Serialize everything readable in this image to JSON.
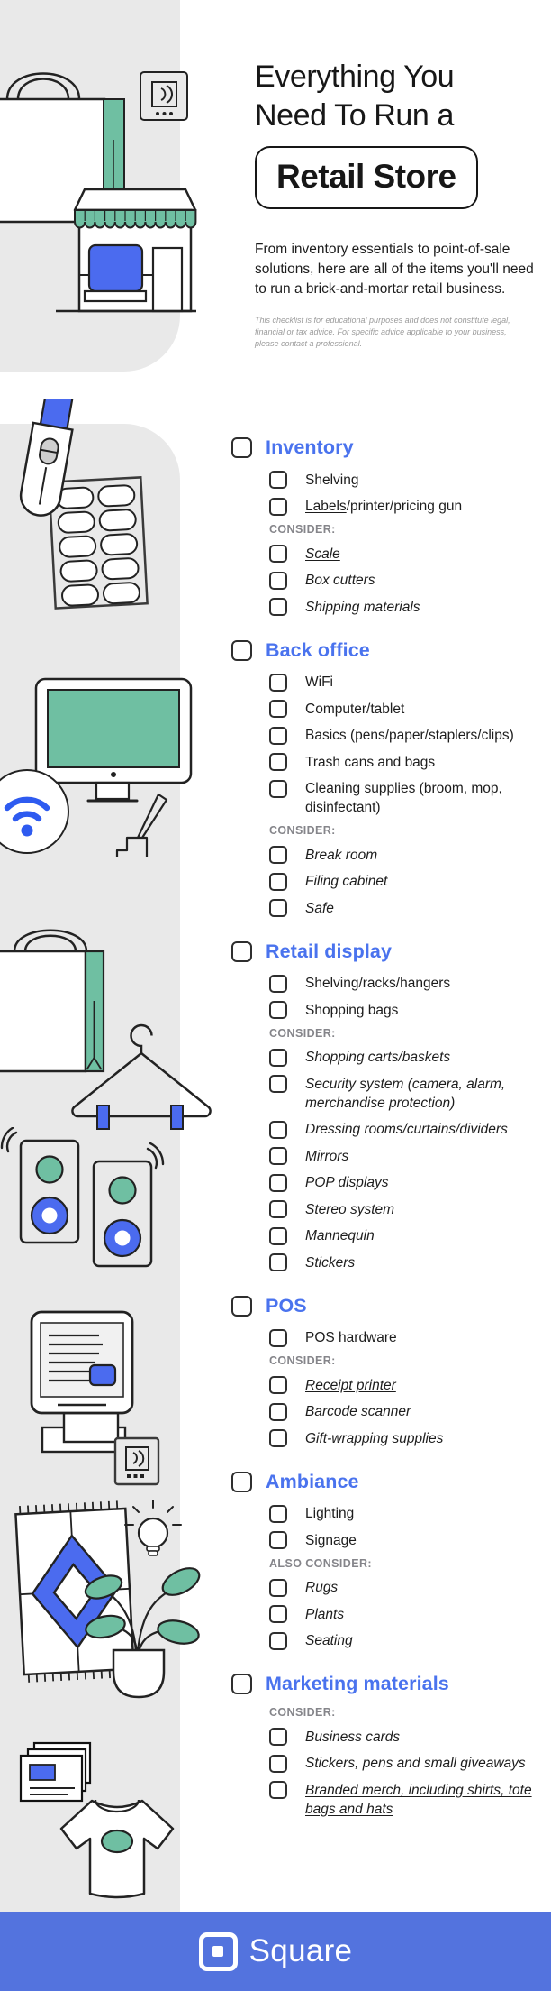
{
  "header": {
    "title_line1": "Everything You",
    "title_line2": "Need To Run a",
    "badge": "Retail Store",
    "intro": "From inventory essentials to point-of-sale solutions, here are all of the items you'll need to run a brick-and-mortar retail business.",
    "disclaimer": "This checklist is for educational purposes and does not constitute legal, financial or tax advice. For specific advice applicable to your business, please contact a professional."
  },
  "checklist": {
    "sections": [
      {
        "id": "inventory",
        "title": "Inventory",
        "items": [
          {
            "text": "Shelving"
          },
          {
            "parts": [
              {
                "text": "Labels",
                "underline": true
              },
              {
                "text": "/printer/pricing gun"
              }
            ]
          }
        ],
        "consider_label": "CONSIDER:",
        "consider_items": [
          {
            "text": "Scale",
            "underline": true
          },
          {
            "text": "Box cutters"
          },
          {
            "text": "Shipping materials"
          }
        ]
      },
      {
        "id": "back-office",
        "title": "Back office",
        "items": [
          {
            "text": "WiFi"
          },
          {
            "text": "Computer/tablet"
          },
          {
            "text": "Basics (pens/paper/staplers/clips)"
          },
          {
            "text": "Trash cans and bags"
          },
          {
            "text": "Cleaning supplies (broom, mop, disinfectant)"
          }
        ],
        "consider_label": "CONSIDER:",
        "consider_items": [
          {
            "text": "Break room"
          },
          {
            "text": "Filing cabinet"
          },
          {
            "text": "Safe"
          }
        ]
      },
      {
        "id": "retail-display",
        "title": "Retail display",
        "items": [
          {
            "text": "Shelving/racks/hangers"
          },
          {
            "text": "Shopping bags"
          }
        ],
        "consider_label": "CONSIDER:",
        "consider_items": [
          {
            "text": "Shopping carts/baskets"
          },
          {
            "text": "Security system (camera, alarm, merchandise protection)"
          },
          {
            "text": "Dressing rooms/curtains/dividers"
          },
          {
            "text": "Mirrors"
          },
          {
            "text": "POP displays"
          },
          {
            "text": "Stereo system"
          },
          {
            "text": "Mannequin"
          },
          {
            "text": "Stickers"
          }
        ]
      },
      {
        "id": "pos",
        "title": "POS",
        "items": [
          {
            "text": "POS hardware"
          }
        ],
        "consider_label": "CONSIDER:",
        "consider_items": [
          {
            "text": "Receipt printer",
            "underline": true
          },
          {
            "text": "Barcode scanner",
            "underline": true
          },
          {
            "text": "Gift-wrapping supplies"
          }
        ]
      },
      {
        "id": "ambiance",
        "title": "Ambiance",
        "items": [
          {
            "text": "Lighting"
          },
          {
            "text": "Signage"
          }
        ],
        "consider_label": "ALSO CONSIDER:",
        "consider_items": [
          {
            "text": "Rugs"
          },
          {
            "text": "Plants"
          },
          {
            "text": "Seating"
          }
        ]
      },
      {
        "id": "marketing-materials",
        "title": "Marketing materials",
        "items": [],
        "consider_label": "CONSIDER:",
        "consider_items": [
          {
            "text": "Business cards"
          },
          {
            "text": "Stickers, pens and small giveaways"
          },
          {
            "text": "Branded merch, including shirts, tote bags and hats",
            "underline": true
          }
        ]
      }
    ]
  },
  "footer": {
    "brand": "Square"
  },
  "colors": {
    "accent_blue": "#4a73ee",
    "footer_blue": "#5373de",
    "illustration_blue": "#4b6bef",
    "wifi_blue": "#2e5bf0",
    "teal": "#6fbfa2",
    "gray_band": "#e9e9e9",
    "outline": "#222222",
    "text_dark": "#1d1d1d",
    "muted_gray": "#85858a",
    "disclaimer_gray": "#9b9b9b"
  },
  "illustrations": {
    "header": [
      "shopping-bag",
      "contactless-card-reader",
      "storefront-awning"
    ],
    "inventory": [
      "box-cutter",
      "label-sheet"
    ],
    "back_office": [
      "desktop-monitor",
      "wifi-signal",
      "tablet-stand"
    ],
    "retail_display": [
      "shopping-bag",
      "clothes-hanger",
      "speakers"
    ],
    "pos": [
      "pos-terminal",
      "contactless-card-reader"
    ],
    "ambiance": [
      "rug",
      "lightbulb",
      "potted-plant"
    ],
    "marketing": [
      "business-cards",
      "t-shirt"
    ]
  }
}
